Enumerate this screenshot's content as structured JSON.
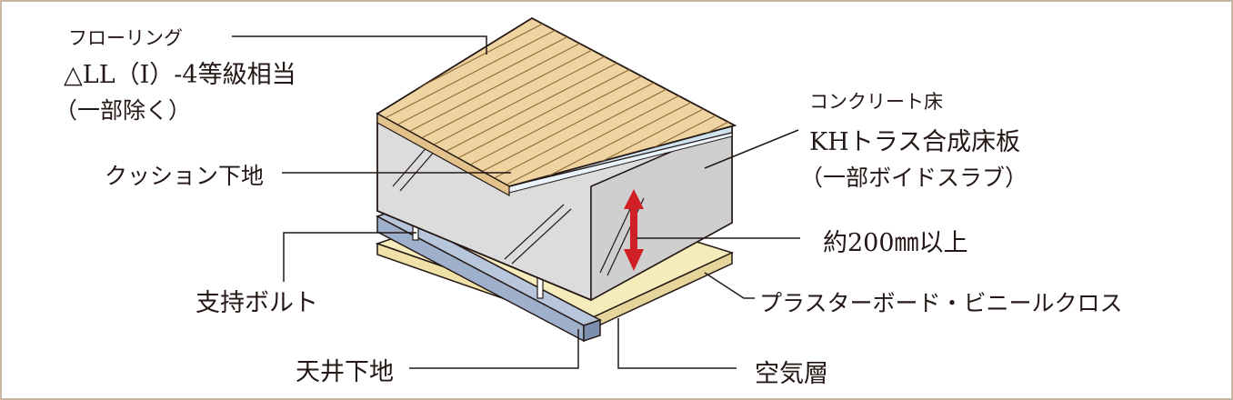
{
  "labels": {
    "flooring": {
      "title": "フローリング",
      "grade": "△LL（I）-4等級相当",
      "note": "（一部除く）"
    },
    "cushion": "クッション下地",
    "support_bolt": "支持ボルト",
    "ceiling_base": "天井下地",
    "concrete": {
      "title": "コンクリート床",
      "name": "KHトラス合成床板",
      "note": "（一部ボイドスラブ）"
    },
    "thickness": "約200㎜以上",
    "plasterboard": "プラスターボード・ビニールクロス",
    "air_layer": "空気層"
  },
  "colors": {
    "wood": "#efd3a0",
    "wood_grain": "#8c6a38",
    "concrete": "#d8d8d8",
    "cushion": "#cfe2ee",
    "plasterboard": "#f5ebbb",
    "ceiling_joist": "#9fb0cc",
    "arrow": "#d11f26",
    "frame": "#c9b7a1"
  }
}
